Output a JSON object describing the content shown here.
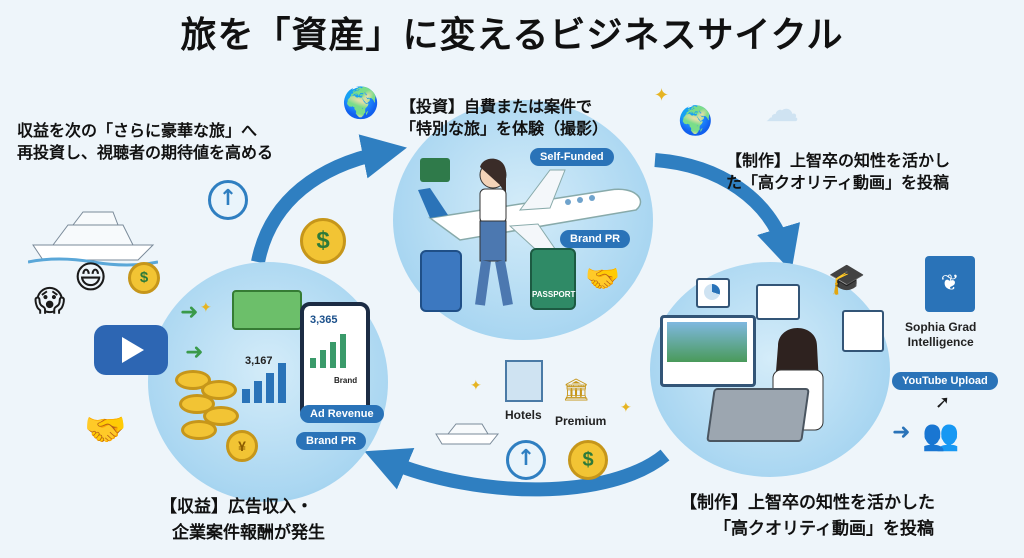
{
  "title": "旅を「資産」に変えるビジネスサイクル",
  "steps": {
    "invest": {
      "line1": "【投資】自費または案件で",
      "line2": "「特別な旅」を体験（撮影）"
    },
    "produce_top": {
      "line1": "【制作】上智卒の知性を活かし",
      "line2": "た「高クオリティ動画」を投稿"
    },
    "produce_bottom": {
      "line1": "【制作】上智卒の知性を活かした",
      "line2": "「高クオリティ動画」を投稿"
    },
    "revenue": {
      "line1": "【収益】広告収入・",
      "line2": "企業案件報酬が発生"
    },
    "reinvest": {
      "line1": "収益を次の「さらに豪華な旅」へ",
      "line2": "再投資し、視聴者の期待値を高める"
    }
  },
  "badges": {
    "self_funded": "Self-Funded",
    "brand_pr_top": "Brand PR",
    "passport": "PASSPORT",
    "ad_revenue": "Ad Revenue",
    "brand_pr_left": "Brand PR",
    "phone_brand": "Brand",
    "youtube_upload": "YouTube Upload",
    "sophia": "Sophia Grad\nIntelligence",
    "hotels": "Hotels",
    "premium": "Premium"
  },
  "numbers": {
    "phone_value": "3,365",
    "chart_value": "3,167"
  },
  "colors": {
    "arrow": "#2f7fc1",
    "circle": "#a9d6f1",
    "pill": "#2a73b8",
    "coin": "#f2c434"
  }
}
